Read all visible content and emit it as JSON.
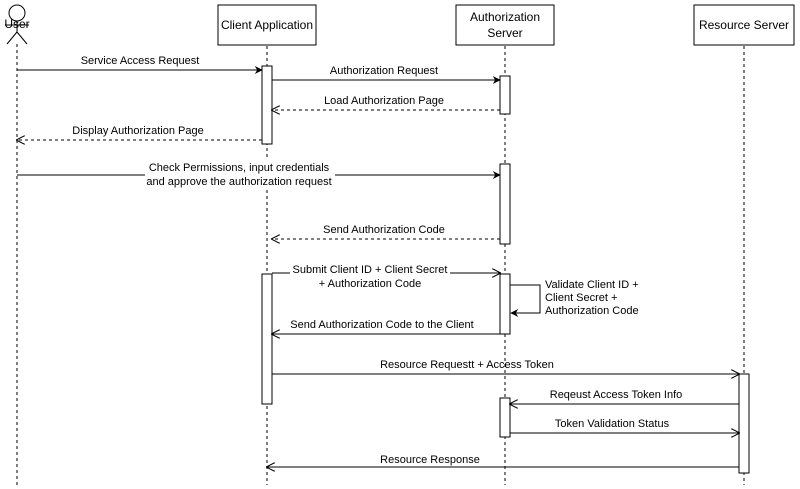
{
  "participants": {
    "user": "User",
    "client": "Client Application",
    "auth_line1": "Authorization",
    "auth_line2": "Server",
    "resource": "Resource Server"
  },
  "messages": {
    "m1": "Service Access Request",
    "m2": "Authorization Request",
    "m3": "Load Authorization Page",
    "m4": "Display Authorization Page",
    "m5_line1": "Check Permissions, input credentials",
    "m5_line2": "and approve the authorization request",
    "m6": "Send Authorization Code",
    "m7_line1": "Submit Client ID + Client Secret",
    "m7_line2": "+ Authorization Code",
    "m8_line1": "Validate Client ID +",
    "m8_line2": "Client Secret +",
    "m8_line3": "Authorization Code",
    "m9": "Send Authorization Code to the Client",
    "m10": "Resource Requestt + Access Token",
    "m11": "Reqeust Access Token Info",
    "m12": "Token Validation Status",
    "m13": "Resource Response"
  }
}
